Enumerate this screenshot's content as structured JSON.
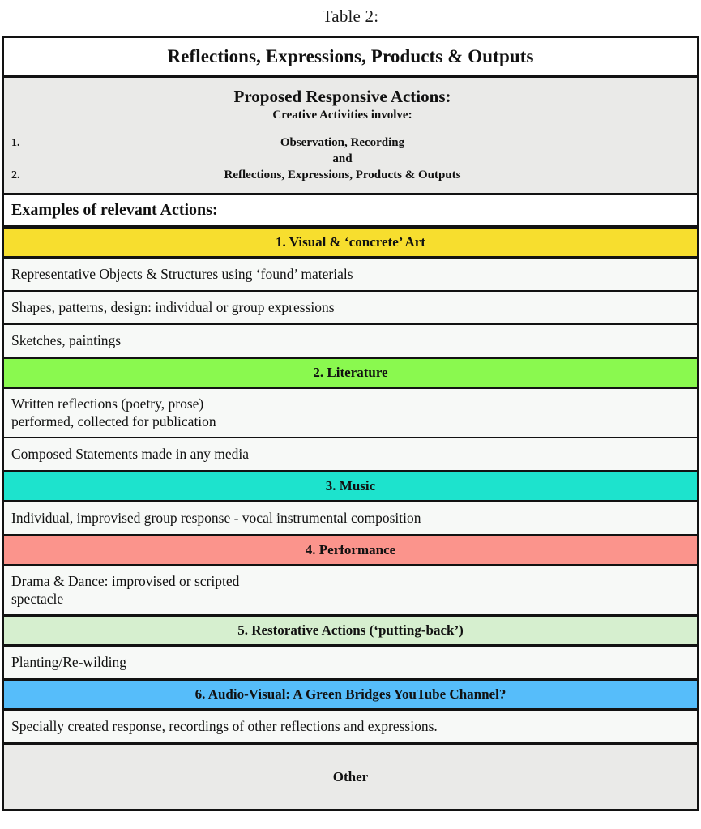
{
  "caption": "Table 2:",
  "table": {
    "title": "Reflections, Expressions, Products & Outputs",
    "proposed": {
      "heading": "Proposed Responsive Actions:",
      "subheading": "Creative Activities involve:",
      "item1_number": "1.",
      "item1_text": "Observation, Recording",
      "conjunction": "and",
      "item2_number": "2.",
      "item2_text": "Reflections, Expressions, Products & Outputs"
    },
    "examples_header": "Examples of relevant Actions:",
    "sections": [
      {
        "label": "1. Visual & ‘concrete’ Art",
        "color": "#f7de2e",
        "items": [
          {
            "line1": "Representative Objects & Structures using ‘found’ materials",
            "line2": ""
          },
          {
            "line1": "Shapes, patterns, design: individual or group expressions",
            "line2": ""
          },
          {
            "line1": "Sketches, paintings",
            "line2": ""
          }
        ]
      },
      {
        "label": "2. Literature",
        "color": "#8af94f",
        "items": [
          {
            "line1": "Written reflections (poetry, prose)",
            "line2": "performed, collected for publication"
          },
          {
            "line1": "Composed Statements made in any media",
            "line2": ""
          }
        ]
      },
      {
        "label": "3. Music",
        "color": "#1de3cd",
        "items": [
          {
            "line1": "Individual, improvised group response - vocal instrumental composition",
            "line2": ""
          }
        ]
      },
      {
        "label": "4. Performance",
        "color": "#fb948c",
        "items": [
          {
            "line1": "Drama & Dance: improvised or scripted",
            "line2": "spectacle"
          }
        ]
      },
      {
        "label": "5. Restorative Actions (‘putting-back’)",
        "color": "#d6efcf",
        "items": [
          {
            "line1": "Planting/Re-wilding",
            "line2": ""
          }
        ]
      },
      {
        "label": "6. Audio-Visual: A Green Bridges YouTube Channel?",
        "color": "#56bdfa",
        "items": [
          {
            "line1": "Specially created response, recordings of other reflections and expressions.",
            "line2": ""
          }
        ]
      }
    ],
    "other_label": "Other"
  },
  "colors": {
    "border": "#121212",
    "grey_fill": "#eaeae8",
    "item_fill": "#f7f9f7",
    "page_bg": "#ffffff"
  }
}
